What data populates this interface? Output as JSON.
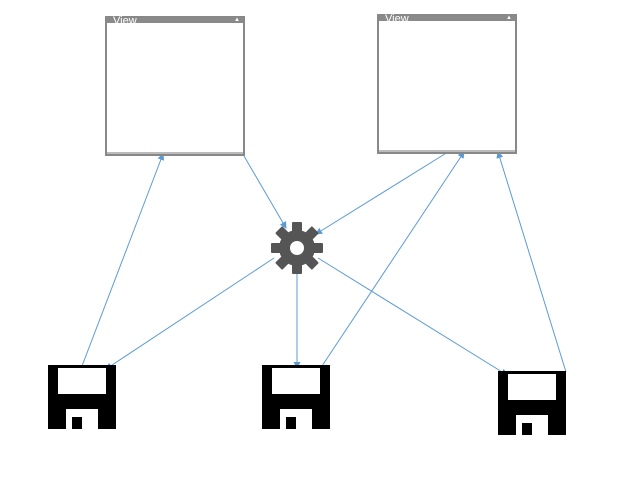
{
  "views": [
    {
      "id": "view-left",
      "title": "View"
    },
    {
      "id": "view-right",
      "title": "View"
    }
  ],
  "hub": {
    "icon": "gear-icon",
    "color": "#555555"
  },
  "stores": [
    {
      "id": "store-left",
      "icon": "floppy-disk-icon"
    },
    {
      "id": "store-middle",
      "icon": "floppy-disk-icon"
    },
    {
      "id": "store-right",
      "icon": "floppy-disk-icon"
    }
  ],
  "connections": [
    {
      "from": "view-left",
      "to": "hub",
      "direction": "to-hub"
    },
    {
      "from": "view-right",
      "to": "hub",
      "direction": "to-hub"
    },
    {
      "from": "store-left",
      "to": "view-left",
      "direction": "to-view"
    },
    {
      "from": "hub",
      "to": "store-left",
      "direction": "to-store"
    },
    {
      "from": "hub",
      "to": "store-middle",
      "direction": "to-store"
    },
    {
      "from": "hub",
      "to": "store-right",
      "direction": "to-store"
    },
    {
      "from": "store-middle",
      "to": "view-right",
      "direction": "to-view"
    },
    {
      "from": "store-right",
      "to": "view-right",
      "direction": "to-view"
    }
  ],
  "colors": {
    "edge": "#5b9bd5",
    "window_border": "#888888",
    "floppy": "#000000"
  }
}
